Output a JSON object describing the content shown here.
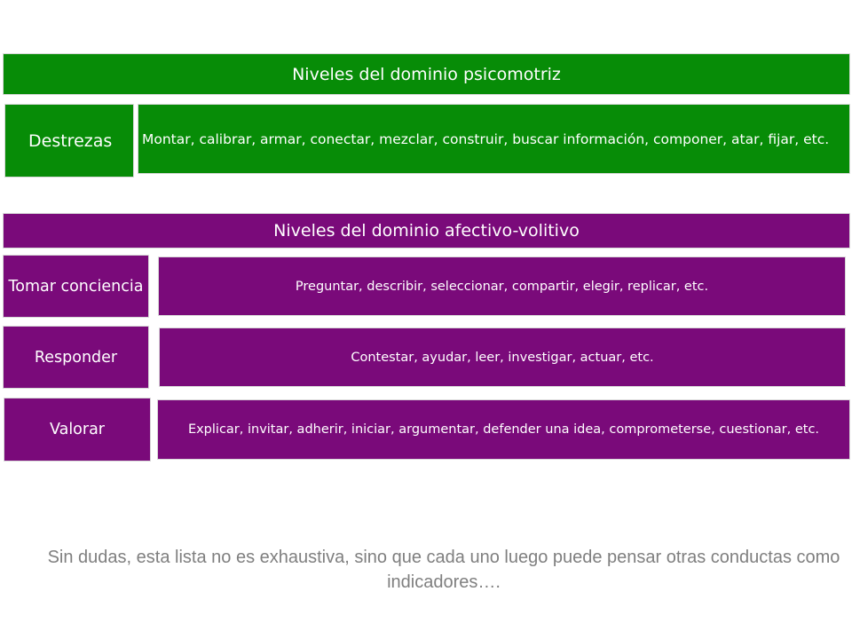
{
  "psychomotor": {
    "title": "Niveles del dominio psicomotriz",
    "rows": [
      {
        "label": "Destrezas",
        "description": "Montar, calibrar, armar, conectar, mezclar, construir, buscar información, componer, atar, fijar, etc."
      }
    ]
  },
  "affective": {
    "title": "Niveles del dominio afectivo-volitivo",
    "rows": [
      {
        "label": "Tomar conciencia",
        "description": "Preguntar, describir, seleccionar, compartir, elegir, replicar, etc."
      },
      {
        "label": "Responder",
        "description": "Contestar, ayudar, leer, investigar, actuar, etc."
      },
      {
        "label": "Valorar",
        "description": "Explicar, invitar, adherir, iniciar, argumentar, defender una idea, comprometerse, cuestionar, etc."
      }
    ]
  },
  "note": "Sin dudas, esta lista no es exhaustiva, sino que cada uno luego puede pensar otras conductas como indicadores…."
}
